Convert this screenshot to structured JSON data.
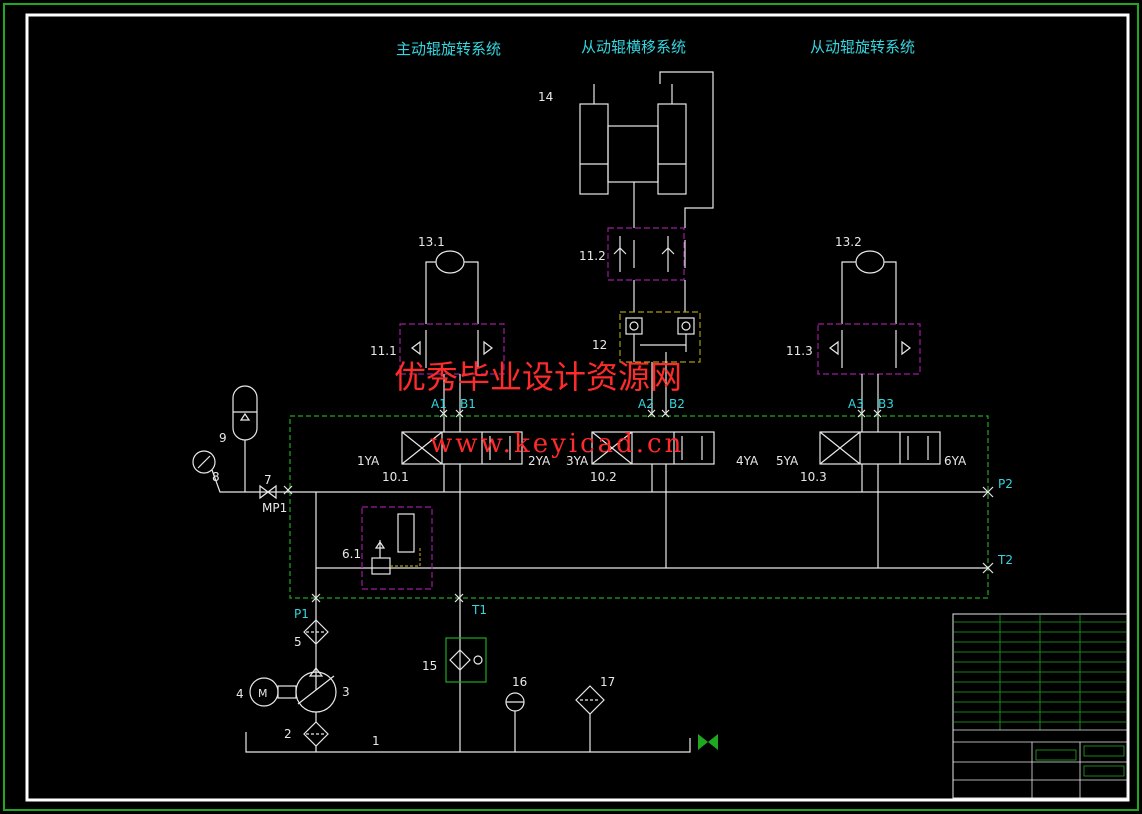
{
  "titles": {
    "main_rotation": "主动辊旋转系统",
    "driven_traverse": "从动辊横移系统",
    "driven_rotation": "从动辊旋转系统"
  },
  "watermark": {
    "line1": "优秀毕业设计资源网",
    "line2": "www.keyicad.cn"
  },
  "labels": {
    "n14": "14",
    "n13_1": "13.1",
    "n13_2": "13.2",
    "n11_1": "11.1",
    "n11_2": "11.2",
    "n11_3": "11.3",
    "n12": "12",
    "n10_1": "10.1",
    "n10_2": "10.2",
    "n10_3": "10.3",
    "n9": "9",
    "n8": "8",
    "n7": "7",
    "n6_1": "6.1",
    "n5": "5",
    "n4": "4",
    "n3": "3",
    "n2": "2",
    "n1": "1",
    "n15": "15",
    "n16": "16",
    "n17": "17",
    "mp1": "MP1",
    "ya1": "1YA",
    "ya2": "2YA",
    "ya3": "3YA",
    "ya4": "4YA",
    "ya5": "5YA",
    "ya6": "6YA",
    "motor": "M"
  },
  "ports": {
    "a1": "A1",
    "b1": "B1",
    "a2": "A2",
    "b2": "B2",
    "a3": "A3",
    "b3": "B3",
    "p1": "P1",
    "t1": "T1",
    "p2": "P2",
    "t2": "T2"
  },
  "colors": {
    "background": "#000000",
    "line": "#e8e8e8",
    "border_green": "#1fa81f",
    "manifold_green": "#1fa81f",
    "valve_box_magenta": "#9c1c9c",
    "valve_box_yellow": "#a89a10",
    "title_cyan": "#34d6e0",
    "watermark_red": "#ff2a2a"
  }
}
